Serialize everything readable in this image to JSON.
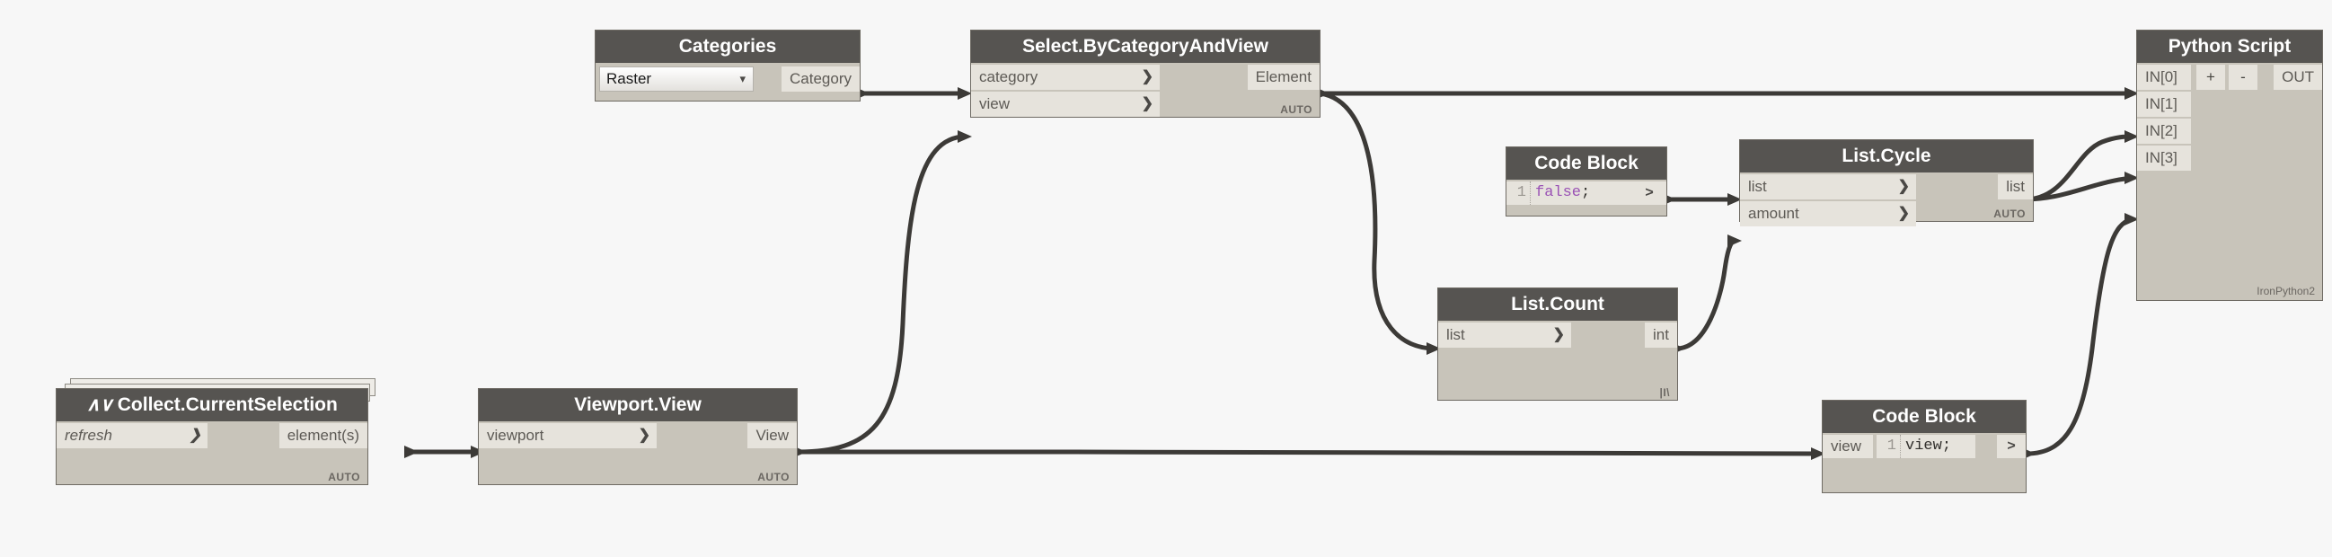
{
  "canvas": {
    "background": "#f7f7f7",
    "wire_color": "#3c3a37"
  },
  "nodes": {
    "categories": {
      "title": "Categories",
      "dropdown_value": "Raster",
      "caret_icon": "chevron-down-icon",
      "output_label": "Category"
    },
    "select_by_category_and_view": {
      "title": "Select.ByCategoryAndView",
      "inputs": [
        "category",
        "view"
      ],
      "output_label": "Element",
      "lacing": "AUTO"
    },
    "code_block_false": {
      "title": "Code Block",
      "line_number": "1",
      "code_keyword": "false",
      "code_tail": ";",
      "output_chevron": ">"
    },
    "list_cycle": {
      "title": "List.Cycle",
      "inputs": [
        "list",
        "amount"
      ],
      "output_label": "list",
      "lacing": "AUTO"
    },
    "list_count": {
      "title": "List.Count",
      "inputs": [
        "list"
      ],
      "output_label": "int",
      "lacing": "|I\\"
    },
    "python_script": {
      "title": "Python Script",
      "inputs": [
        "IN[0]",
        "IN[1]",
        "IN[2]",
        "IN[3]"
      ],
      "add_button": "+",
      "remove_button": "-",
      "output_label": "OUT",
      "engine": "IronPython2"
    },
    "collect_current_selection": {
      "package_icon": "∧∨",
      "title": "Collect.CurrentSelection",
      "inputs": [
        "refresh"
      ],
      "output_label": "element(s)",
      "lacing": "AUTO"
    },
    "viewport_view": {
      "title": "Viewport.View",
      "inputs": [
        "viewport"
      ],
      "output_label": "View",
      "lacing": "AUTO"
    },
    "code_block_view": {
      "title": "Code Block",
      "input_label": "view",
      "line_number": "1",
      "code_identifier": "view",
      "code_tail": ";",
      "output_chevron": ">"
    }
  }
}
